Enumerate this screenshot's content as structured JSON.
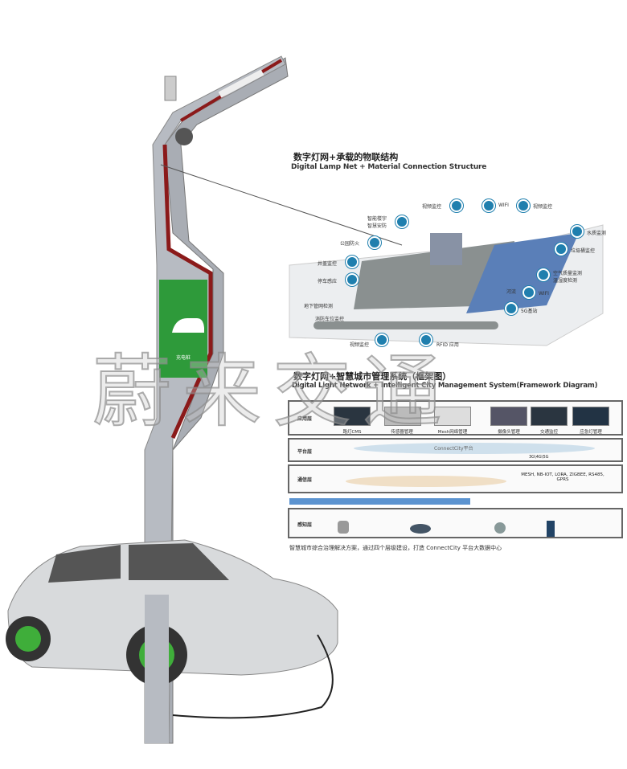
{
  "structure": {
    "title_cn": "数字灯网+承载的物联结构",
    "title_en": "Digital Lamp Net + Material Connection Structure",
    "labels": [
      "视频监控",
      "WIFI",
      "视频监控",
      "智能楼宇\n智慧安防",
      "水质监测",
      "公园防火",
      "垃圾桶监控",
      "井盖监控",
      "停车感应",
      "空气质量监测\n温湿度检测",
      "WIFI",
      "地下管网检测",
      "5G基站",
      "消防车位监控",
      "视频监控",
      "RFID 应用",
      "河流"
    ]
  },
  "framework": {
    "title_cn": "数字灯网+智慧城市管理系统（框架图）",
    "title_en": "Digital Light Network + Intelligent City Management System(Framework Diagram)",
    "layers": [
      {
        "name": "应用层",
        "items": [
          "路灯CMS",
          "传感器管理",
          "Mesh网络管理",
          "摄像头管理",
          "交通监控",
          "应急灯管理"
        ]
      },
      {
        "name": "平台层",
        "cloud": "ConnectCity平台",
        "net": "3G\\4G\\5G"
      },
      {
        "name": "通信层",
        "protocols": "MESH, NB-IOT, LORA, ZIGBEE, RS485, GPRS"
      },
      {
        "name": "感知层"
      }
    ],
    "footer": "智慧城市综合治理解决方案，通过四个层级建设，打造 ConnectCity 平台大数据中心"
  },
  "screen": {
    "text": "充电桩"
  },
  "watermark": "蔚来交通",
  "colors": {
    "pole": "#9a9ea6",
    "accent": "#8b1a1a",
    "screen": "#2e9a3a",
    "icon": "#1f7fae"
  }
}
